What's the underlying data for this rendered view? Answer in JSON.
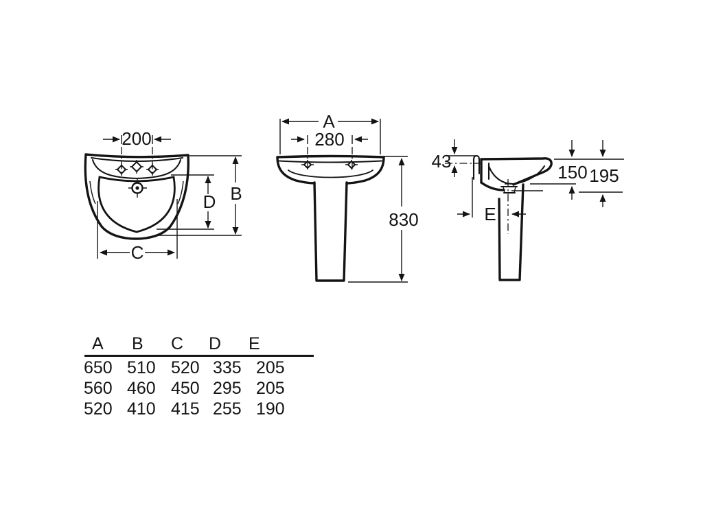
{
  "drawing": {
    "plan": {
      "dim_200": "200",
      "label_B": "B",
      "label_D": "D",
      "label_C": "C"
    },
    "front": {
      "label_A": "A",
      "dim_280": "280",
      "dim_830": "830"
    },
    "side": {
      "dim_43": "43",
      "dim_150": "150",
      "dim_195": "195",
      "label_E": "E"
    }
  },
  "table": {
    "headers": [
      "A",
      "B",
      "C",
      "D",
      "E"
    ],
    "rows": [
      [
        "650",
        "510",
        "520",
        "335",
        "205"
      ],
      [
        "560",
        "460",
        "450",
        "295",
        "205"
      ],
      [
        "520",
        "410",
        "415",
        "255",
        "190"
      ]
    ]
  },
  "colors": {
    "ink": "#141414",
    "background": "#ffffff"
  }
}
